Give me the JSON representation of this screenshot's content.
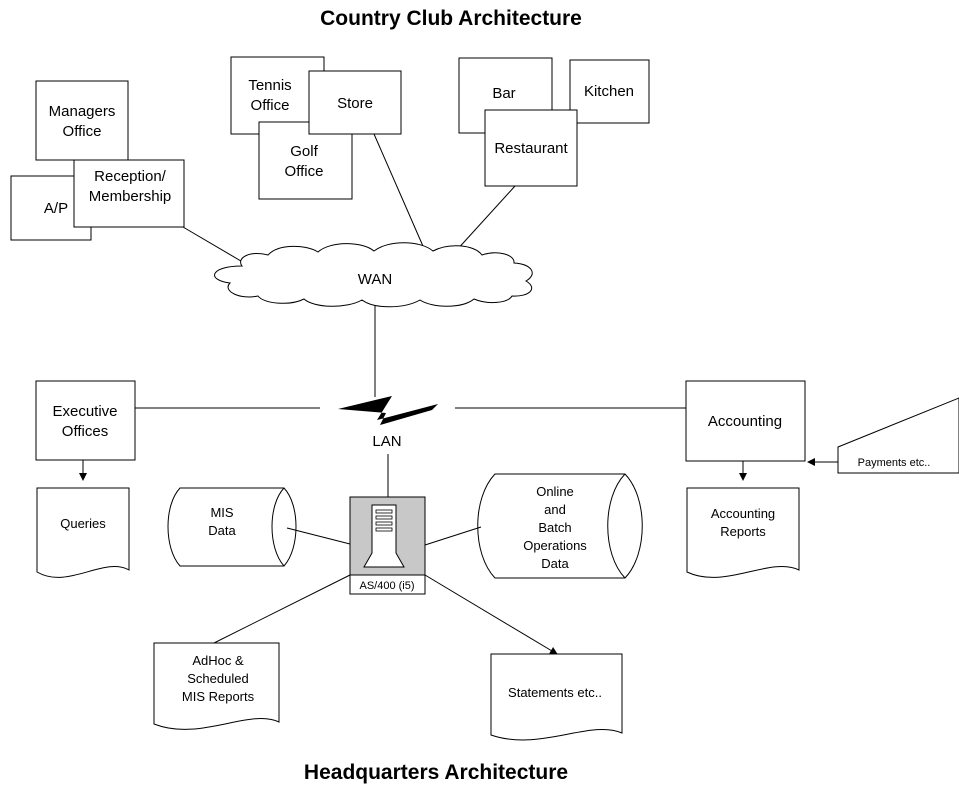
{
  "titles": {
    "top": "Country Club Architecture",
    "bottom": "Headquarters Architecture"
  },
  "club": {
    "managers": [
      "Managers",
      "Office"
    ],
    "ap": "A/P",
    "reception": [
      "Reception/",
      "Membership"
    ],
    "tennis": [
      "Tennis",
      "Office"
    ],
    "store": "Store",
    "golf": [
      "Golf",
      "Office"
    ],
    "bar": "Bar",
    "kitchen": "Kitchen",
    "restaurant": "Restaurant",
    "wan": "WAN"
  },
  "hq": {
    "lan": "LAN",
    "executive": [
      "Executive",
      "Offices"
    ],
    "accounting": "Accounting",
    "payments": "Payments etc..",
    "queries": "Queries",
    "accounting_reports": [
      "Accounting",
      "Reports"
    ],
    "mis_data": [
      "MIS",
      "Data"
    ],
    "ops_data": [
      "Online",
      "and",
      "Batch",
      "Operations",
      "Data"
    ],
    "server": "AS/400 (i5)",
    "adhoc_reports": [
      "AdHoc &",
      "Scheduled",
      "MIS Reports"
    ],
    "statements": "Statements etc.."
  },
  "icons": {
    "server": "server-tower-icon",
    "lan": "lightning-link-icon",
    "wan": "cloud-icon"
  }
}
